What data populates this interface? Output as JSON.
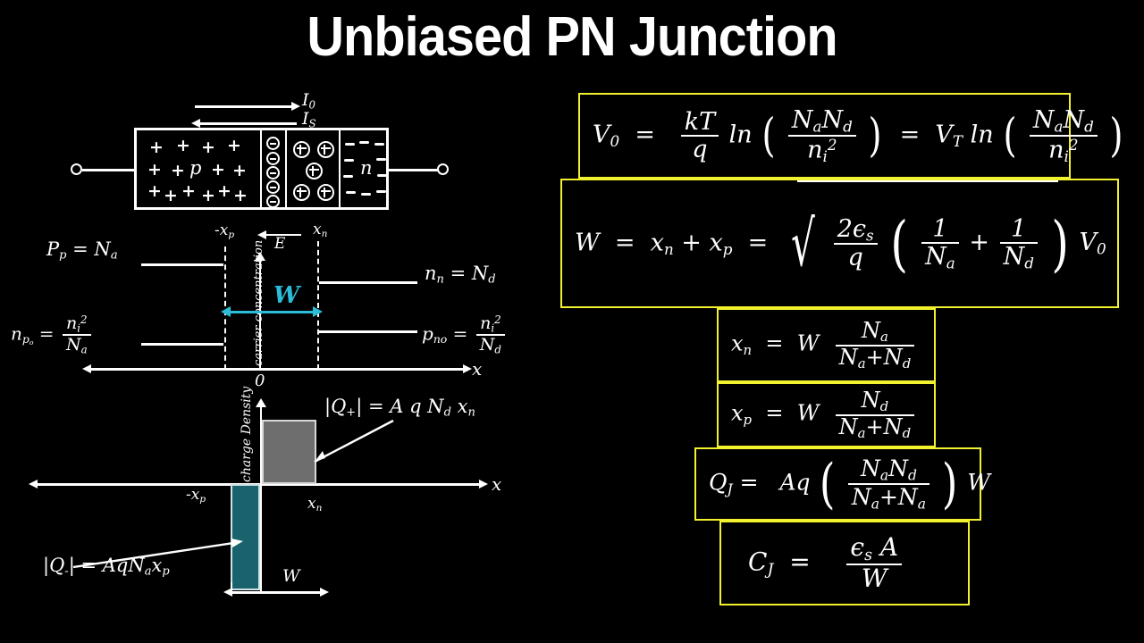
{
  "title": "Unbiased PN Junction",
  "colors": {
    "background": "#000000",
    "ink": "#ffffff",
    "accent_cyan": "#2bbcd8",
    "box_border_yellow": "#f2f12e",
    "charge_positive_fill": "#6e6e6e",
    "charge_negative_fill": "#19626e"
  },
  "device": {
    "current_arrow_top_label": "I0",
    "current_arrow_bottom_label": "IS",
    "p_region_label": "p",
    "n_region_label": "n",
    "depletion_negative_symbol": "circled-minus",
    "depletion_positive_symbol": "circled-plus",
    "p_carrier_symbol": "+",
    "n_carrier_symbol": "-"
  },
  "carrier_plot": {
    "y_axis_label": "carrier concentration",
    "x_axis_label": "x",
    "origin_label": "0",
    "left_boundary_label": "-xp",
    "right_boundary_label": "xn",
    "field_label": "E",
    "width_label": "W",
    "level_pp": "Pp = Na",
    "level_npo_lhs": "npo =",
    "level_npo_num": "ni2",
    "level_npo_den": "Na",
    "level_nn": "nn = Nd",
    "level_pno_lhs": "pno =",
    "level_pno_num": "ni2",
    "level_pno_den": "Nd"
  },
  "charge_plot": {
    "y_axis_label": "charge Density",
    "x_axis_label": "x",
    "left_boundary_label": "-xp",
    "right_boundary_label": "xn",
    "width_label": "W",
    "positive_charge_label": "|Q+| = A q Nd xn",
    "negative_charge_label": "|Q-| = AqNaxp"
  },
  "equations": [
    {
      "name": "built-in-potential",
      "lhs": "V0",
      "text": "V0 = (kT/q) ln( Na Nd / ni^2 ) = VT ln( Na Nd / ni^2 )"
    },
    {
      "name": "depletion-width",
      "lhs": "W",
      "text": "W = xn + xp = sqrt( (2Es/q)(1/Na + 1/Nd) V0 )"
    },
    {
      "name": "xn-expression",
      "lhs": "xn",
      "text": "xn = W Na/(Na+Nd)"
    },
    {
      "name": "xp-expression",
      "lhs": "xp",
      "text": "xp = W Nd/(Na+Nd)"
    },
    {
      "name": "junction-charge",
      "lhs": "QJ",
      "text": "QJ = Aq( NaNd/(Na+Na) ) W"
    },
    {
      "name": "junction-capacitance",
      "lhs": "CJ",
      "text": "CJ = Es A / W"
    }
  ],
  "eq_tokens": {
    "V0": "V",
    "V0_sub": "0",
    "eq_sign": "=",
    "kT": "kT",
    "q": "q",
    "ln": "ln",
    "NaNd": "NaNd",
    "ni2_n": "n",
    "ni2_sub": "i",
    "ni2_sup": "2",
    "VT": "V",
    "VT_sub": "T",
    "W": "W",
    "xn": "x",
    "xn_sub": "n",
    "plus": "+",
    "xp": "x",
    "xp_sub": "p",
    "two": "2",
    "eps": "ϵ",
    "eps_sub": "s",
    "one": "1",
    "Na": "N",
    "Na_sub": "a",
    "Nd": "N",
    "Nd_sub": "d",
    "NaplusNd": "Na+Nd",
    "NaplusNa": "Na+Na",
    "Q": "Q",
    "Q_sub": "J",
    "A": "A",
    "Aq": "Aq",
    "C": "C",
    "C_sub": "J"
  }
}
